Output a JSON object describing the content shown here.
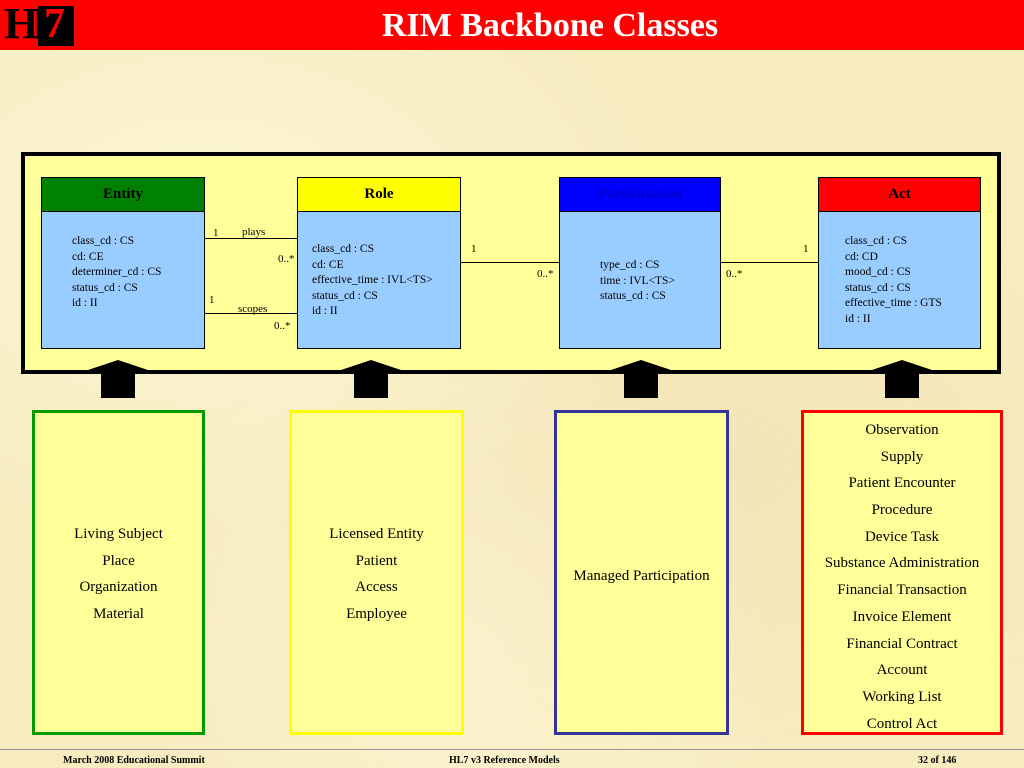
{
  "header": {
    "title": "RIM Backbone Classes",
    "logo_h": "HL",
    "logo_7": "7"
  },
  "classes": {
    "entity": {
      "name": "Entity",
      "color": "#008000",
      "attrs": [
        "class_cd : CS",
        "cd: CE",
        "determiner_cd : CS",
        "status_cd : CS",
        "id : II"
      ]
    },
    "role": {
      "name": "Role",
      "color": "#ffff00",
      "attrs": [
        "class_cd : CS",
        "cd: CE",
        "effective_time : IVL<TS>",
        "status_cd : CS",
        "id : II"
      ]
    },
    "participation": {
      "name": "Participation",
      "color": "#0000ff",
      "attrs": [
        "type_cd : CS",
        "time : IVL<TS>",
        "status_cd : CS"
      ]
    },
    "act": {
      "name": "Act",
      "color": "#ff0000",
      "attrs": [
        "class_cd : CS",
        "cd: CD",
        "mood_cd : CS",
        "status_cd : CS",
        "effective_time : GTS",
        "id : II"
      ]
    }
  },
  "associations": {
    "plays": {
      "name": "plays",
      "source_mult": "1",
      "target_mult": "0..*"
    },
    "scopes": {
      "name": "scopes",
      "source_mult": "1",
      "target_mult": "0..*"
    },
    "role_participation": {
      "source_mult": "1",
      "target_mult": "0..*"
    },
    "act_participation": {
      "source_mult": "1",
      "target_mult": "0..*"
    }
  },
  "subclasses": {
    "entity": {
      "border": "#009900",
      "items": [
        "Living Subject",
        "Place",
        "Organization",
        "Material"
      ]
    },
    "role": {
      "border": "#ffff00",
      "items": [
        "Licensed Entity",
        "Patient",
        "Access",
        "Employee"
      ]
    },
    "participation": {
      "border": "#333399",
      "items": [
        "Managed Participation"
      ]
    },
    "act": {
      "border": "#ff0000",
      "items": [
        "Observation",
        "Supply",
        "Patient Encounter",
        "Procedure",
        "Device Task",
        "Substance Administration",
        "Financial Transaction",
        "Invoice Element",
        "Financial Contract",
        "Account",
        "Working List",
        "Control Act"
      ]
    }
  },
  "footer": {
    "left": "March 2008 Educational Summit",
    "center": "HL7 v3 Reference Models",
    "right": "32 of 146"
  }
}
